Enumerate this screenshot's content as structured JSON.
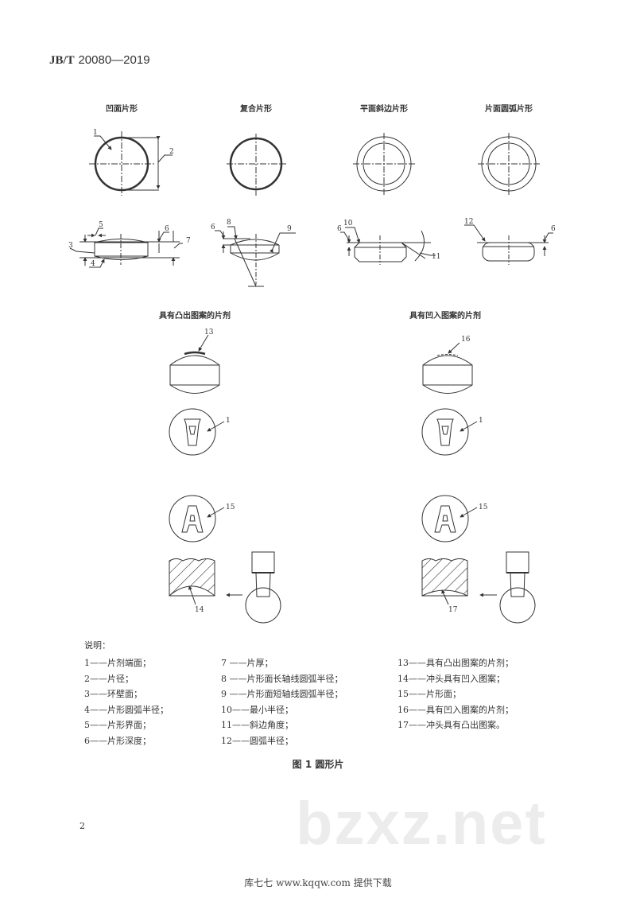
{
  "header": {
    "code_prefix": "JB/T",
    "code_number": "20080—2019"
  },
  "figure": {
    "shape_titles": [
      "凹面片形",
      "复合片形",
      "平面斜边片形",
      "片面圆弧片形"
    ],
    "pattern_titles": [
      "具有凸出图案的片剂",
      "具有凹入图案的片剂"
    ],
    "callouts": {
      "c1": "1",
      "c2": "2",
      "c3": "3",
      "c4": "4",
      "c5": "5",
      "c6": "6",
      "c7": "7",
      "c8": "8",
      "c9": "9",
      "c10": "10",
      "c11": "11",
      "c12": "12",
      "c13": "13",
      "c14": "14",
      "c15": "15",
      "c16": "16",
      "c17": "17"
    },
    "caption": "图 1   圆形片"
  },
  "legend": {
    "title": "说明：",
    "col1": [
      "1——片剂端面；",
      "2——片径；",
      "3——环壁面；",
      "4——片形圆弧半径；",
      "5——片形界面；",
      "6——片形深度；"
    ],
    "col2": [
      "7 ——片厚；",
      "8 ——片形面长轴线圆弧半径；",
      "9 ——片形面短轴线圆弧半径；",
      "10——最小半径；",
      "11——斜边角度；",
      "12——圆弧半径；"
    ],
    "col3": [
      "13——具有凸出图案的片剂；",
      "14——冲头具有凹入图案；",
      "15——片形面；",
      "16——具有凹入图案的片剂；",
      "17——冲头具有凸出图案。"
    ]
  },
  "page_number": "2",
  "watermark": "bzxz.net",
  "footer": "库七七 www.kqqw.com 提供下载"
}
